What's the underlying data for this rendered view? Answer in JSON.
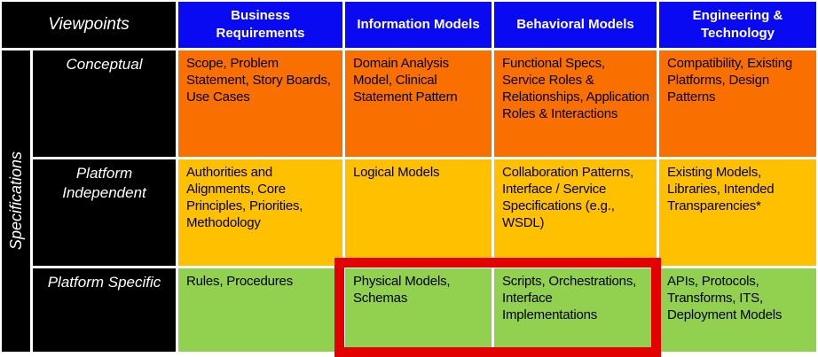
{
  "matrix": {
    "corner_label": "Viewpoints",
    "row_axis_label": "Specifications",
    "columns": [
      "Business Requirements",
      "Information Models",
      "Behavioral Models",
      "Engineering & Technology"
    ],
    "rows": [
      {
        "label": "Conceptual",
        "cells": [
          "Scope, Problem Statement, Story Boards, Use Cases",
          "Domain Analysis Model, Clinical Statement Pattern",
          "Functional Specs, Service Roles & Relationships, Application Roles & Interactions",
          "Compatibility, Existing Platforms, Design Patterns"
        ]
      },
      {
        "label": "Platform Independent",
        "cells": [
          "Authorities and Alignments, Core Principles, Priorities, Methodology",
          "Logical Models",
          "Collaboration Patterns, Interface / Service Specifications (e.g., WSDL)",
          "Existing Models, Libraries, Intended Transparencies*"
        ]
      },
      {
        "label": "Platform Specific",
        "cells": [
          "Rules, Procedures",
          "Physical Models, Schemas",
          "Scripts, Orchestrations, Interface Implementations",
          "APIs, Protocols, Transforms, ITS, Deployment Models"
        ]
      }
    ],
    "highlight": {
      "note": "red emphasis box around Platform Specific row, Information Models and Behavioral Models columns",
      "color": "#e30000"
    }
  },
  "colors": {
    "header_blue": "#0a0af2",
    "black_cells": "#000000",
    "row_conceptual": "#f97000",
    "row_platform_independent": "#ffc000",
    "row_platform_specific": "#92d050",
    "highlight_red": "#e30000"
  }
}
